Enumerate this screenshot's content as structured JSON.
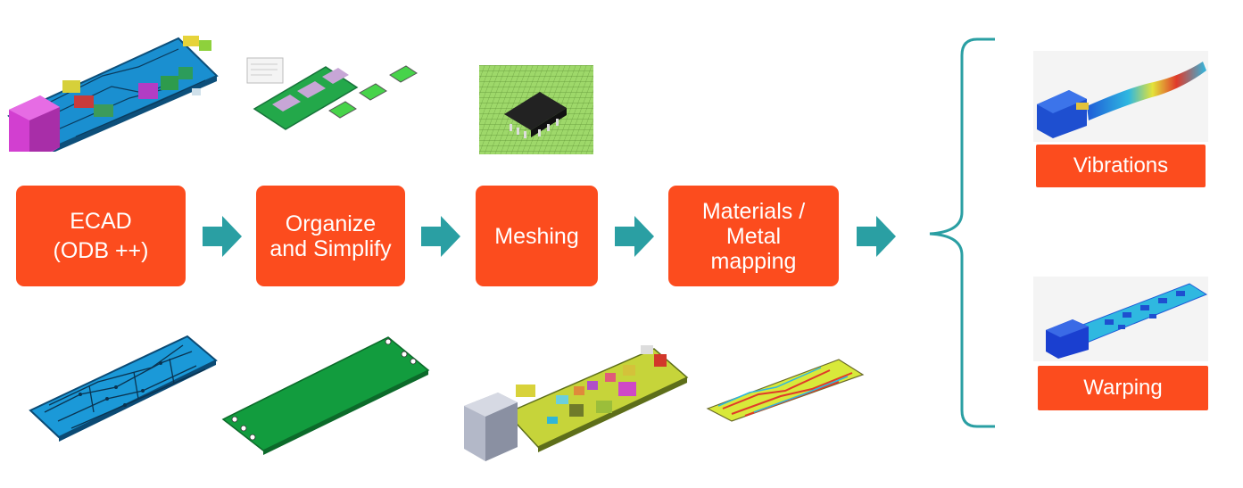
{
  "colors": {
    "box": "#fc4c1e",
    "arrow": "#2a9fa3",
    "brace": "#2a9fa3"
  },
  "steps": [
    {
      "lines": [
        "ECAD",
        "(ODB ++)"
      ]
    },
    {
      "lines": [
        "Organize",
        "and Simplify"
      ]
    },
    {
      "lines": [
        "Meshing"
      ]
    },
    {
      "lines": [
        "Materials /",
        "Metal",
        "mapping"
      ]
    }
  ],
  "outcomes": [
    {
      "label": "Vibrations"
    },
    {
      "label": "Warping"
    }
  ]
}
